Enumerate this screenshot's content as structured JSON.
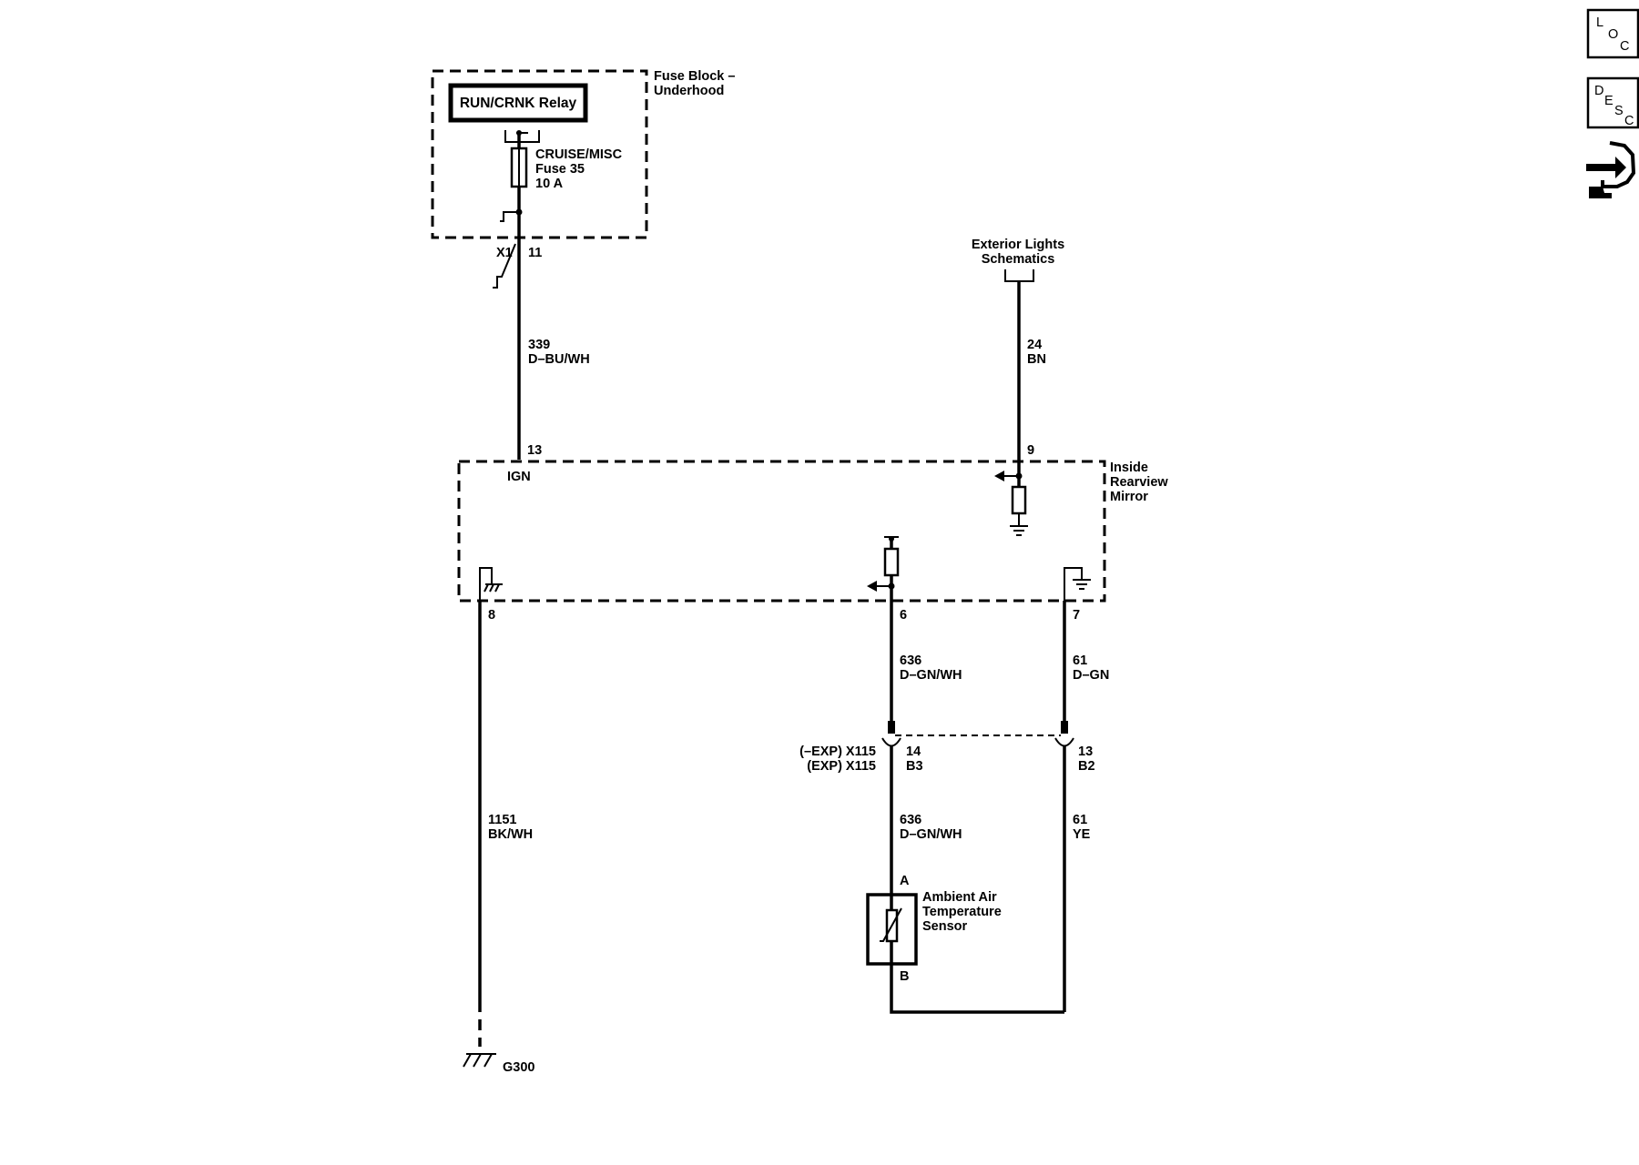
{
  "nav_buttons": {
    "loc": [
      "L",
      "O",
      "C"
    ],
    "desc": [
      "D",
      "E",
      "S",
      "C"
    ]
  },
  "fuse_block": {
    "title_line1": "Fuse Block –",
    "title_line2": "Underhood",
    "relay_label": "RUN/CRNK Relay",
    "fuse_line1": "CRUISE/MISC",
    "fuse_line2": "Fuse 35",
    "fuse_line3": "10 A",
    "connector": "X1",
    "pin": "11"
  },
  "wire_339": {
    "circuit": "339",
    "color": "D–BU/WH"
  },
  "exterior_lights": {
    "line1": "Exterior Lights",
    "line2": "Schematics"
  },
  "wire_24": {
    "circuit": "24",
    "color": "BN"
  },
  "mirror": {
    "title_line1": "Inside",
    "title_line2": "Rearview",
    "title_line3": "Mirror",
    "pin_ign": "13",
    "ign_label": "IGN",
    "pin_9": "9",
    "pin_8": "8",
    "pin_6": "6",
    "pin_7": "7"
  },
  "wire_636_upper": {
    "circuit": "636",
    "color": "D–GN/WH"
  },
  "wire_61_upper": {
    "circuit": "61",
    "color": "D–GN"
  },
  "inline_connector": {
    "line1": "(–EXP) X115",
    "line2": "(EXP) X115",
    "pin_a1": "14",
    "pin_a2": "B3",
    "pin_b1": "13",
    "pin_b2": "B2"
  },
  "wire_1151": {
    "circuit": "1151",
    "color": "BK/WH"
  },
  "wire_636_lower": {
    "circuit": "636",
    "color": "D–GN/WH"
  },
  "wire_61_lower": {
    "circuit": "61",
    "color": "YE"
  },
  "sensor": {
    "pin_a": "A",
    "pin_b": "B",
    "line1": "Ambient Air",
    "line2": "Temperature",
    "line3": "Sensor"
  },
  "ground": {
    "label": "G300"
  }
}
